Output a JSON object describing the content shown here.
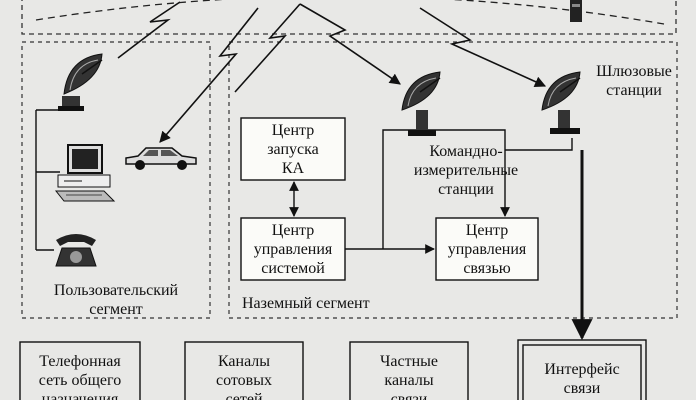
{
  "diagram": {
    "ground_stations": {
      "gateway": [
        "Шлюзовые",
        "станции"
      ],
      "command": [
        "Командно-",
        "измерительные",
        "станции"
      ]
    },
    "centers": {
      "launch": [
        "Центр",
        "запуска",
        "КА"
      ],
      "system": [
        "Центр",
        "управления",
        "системой"
      ],
      "comm": [
        "Центр",
        "управления",
        "связью"
      ]
    },
    "segments": {
      "user": [
        "Пользовательский",
        "сегмент"
      ],
      "ground": "Наземный сегмент"
    },
    "bottom_boxes": {
      "phone": [
        "Телефонная",
        "сеть общего",
        "назначения"
      ],
      "cell": [
        "Каналы",
        "сотовых",
        "сетей"
      ],
      "private": [
        "Частные",
        "каналы",
        "связи"
      ],
      "interface": [
        "Интерфейс",
        "связи"
      ]
    }
  },
  "colors": {
    "background": "#e8e8e6",
    "ink": "#111111",
    "dash": "#333333"
  }
}
